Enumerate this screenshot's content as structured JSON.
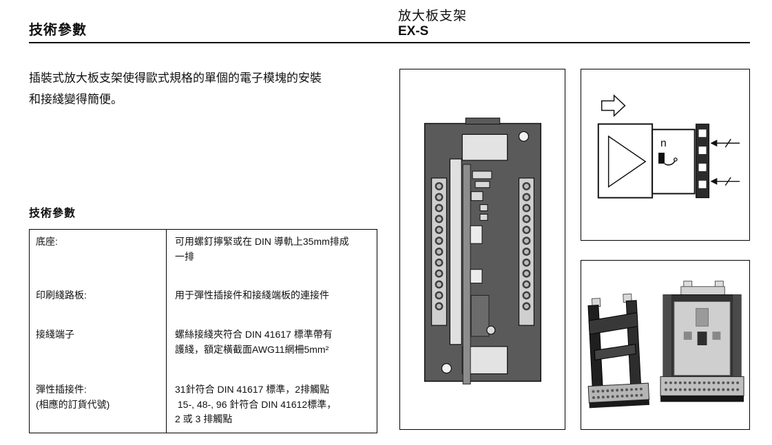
{
  "header": {
    "page_title": "技術參數",
    "product_name": "放大板支架",
    "product_model": "EX-S"
  },
  "intro": "插裝式放大板支架使得歐式規格的單個的電子模塊的安裝\n和接綫變得簡便。",
  "specs": {
    "title": "技術參數",
    "rows": [
      {
        "label": "底座:",
        "value": "可用螺釘擰緊或在 DIN 導軌上35mm排成\n一排"
      },
      {
        "label": "印刷綫路板:",
        "value": "用于彈性插接件和接綫端板的連接件"
      },
      {
        "label": "接綫端子",
        "value": "螺絲接綫夾符合 DIN 41617 標準帶有\n護綫，額定橫截面AWG11網柵5mm²"
      },
      {
        "label": "彈性插接件:\n(相應的訂貨代號)",
        "value": "31針符合 DIN 41617 標準，2排觸點\n 15-, 48-, 96 針符合 DIN 41612標準，\n2 或 3 排觸點"
      }
    ]
  },
  "figures": {
    "schematic": {
      "n_label": "n"
    }
  },
  "colors": {
    "ink": "#111111",
    "bracket_body_gray": "#5a5a5a",
    "connector_light_gray": "#e3e3e3",
    "terminal_dark": "#2b2b2b"
  }
}
